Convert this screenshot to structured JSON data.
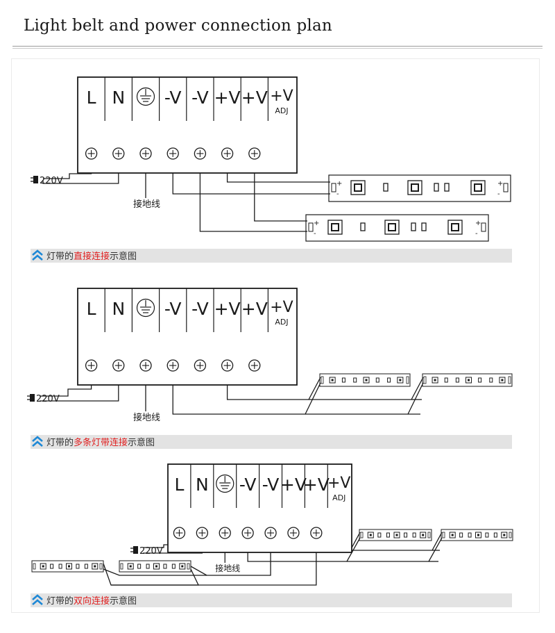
{
  "header": {
    "title": "Light belt and power connection plan"
  },
  "terminals": {
    "labels": [
      "L",
      "N",
      "",
      "-V",
      "-V",
      "+V",
      "+V",
      "+V"
    ],
    "adj": "ADJ",
    "ground_icon": "ground-icon"
  },
  "wiring": {
    "mains": "220V",
    "ground": "接地线",
    "plus": "+",
    "minus": "-"
  },
  "captions": {
    "direct": {
      "prefix": "灯带的",
      "highlight": "直接连接",
      "suffix": "示意图"
    },
    "multi": {
      "prefix": "灯带的",
      "highlight": "多条灯带连接",
      "suffix": "示意图"
    },
    "bidirect": {
      "prefix": "灯带的",
      "highlight": "双向连接",
      "suffix": "示意图"
    }
  },
  "colors": {
    "highlight": "#e02020",
    "caption_icon": "#1e88d6",
    "line": "#1a1a1a"
  }
}
